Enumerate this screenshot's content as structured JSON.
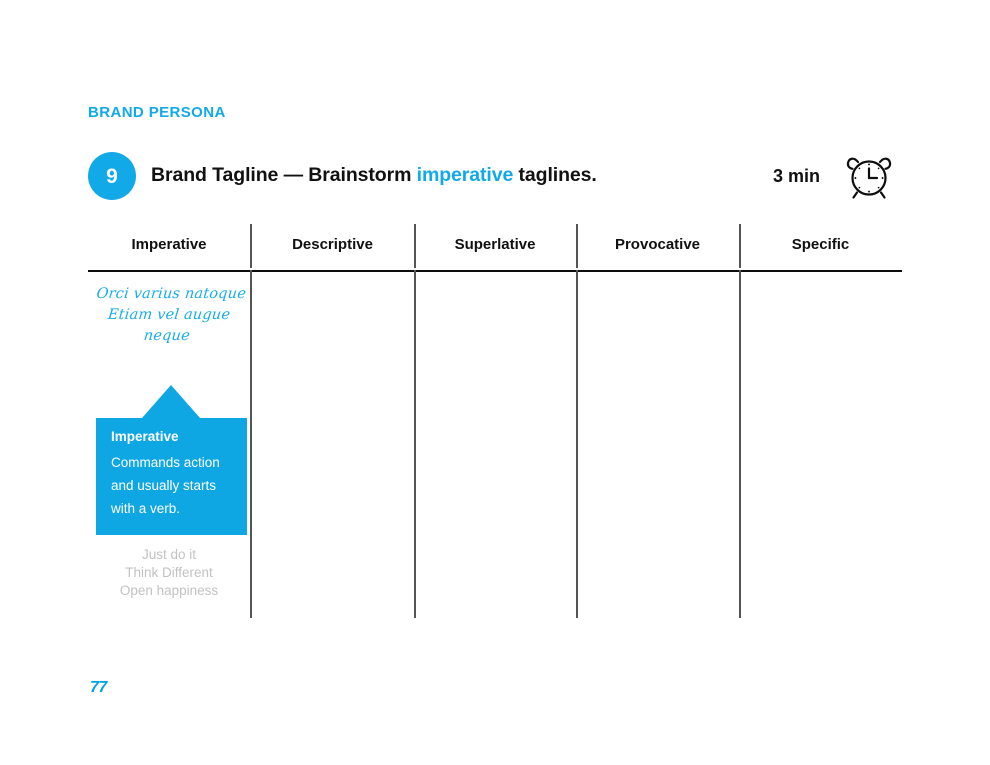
{
  "eyebrow": "BRAND PERSONA",
  "exercise": {
    "number": "9",
    "title_prefix": "Brand Tagline — Brainstorm ",
    "title_highlight": "imperative",
    "title_suffix": " taglines.",
    "duration": "3 min",
    "clock_icon": "alarm-clock-icon"
  },
  "table": {
    "columns": [
      {
        "label": "Imperative"
      },
      {
        "label": "Descriptive"
      },
      {
        "label": "Superlative"
      },
      {
        "label": "Provocative"
      },
      {
        "label": "Specific"
      }
    ],
    "first_column": {
      "script_line_1": "Orci varius natoque",
      "script_line_2": "Etiam vel augue neque",
      "tooltip": {
        "title": "Imperative",
        "body": "Commands action and usually starts with a verb."
      },
      "examples": [
        "Just do it",
        "Think Different",
        "Open happiness"
      ]
    }
  },
  "page_number": "77",
  "colors": {
    "brand_blue": "#11a9e8",
    "tooltip_blue": "#0fa6e4",
    "script_blue": "#18ade8",
    "page_number_blue": "#00a3e6",
    "rule_black": "#0d0d0d",
    "divider_gray": "#555555",
    "example_gray": "#c2c2c2"
  }
}
